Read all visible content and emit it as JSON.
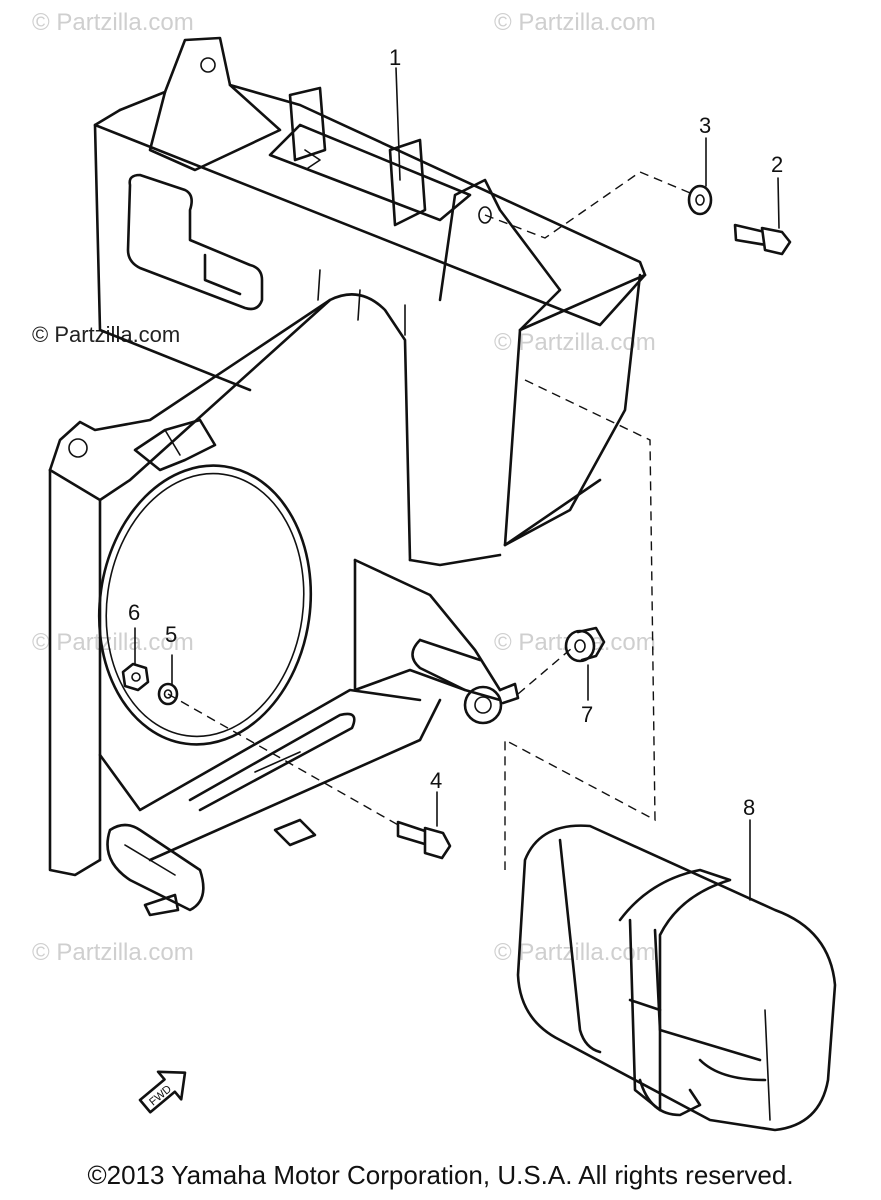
{
  "watermark": "© Partzilla.com",
  "callouts": [
    "1",
    "2",
    "3",
    "4",
    "5",
    "6",
    "7",
    "8"
  ],
  "fwd_label": "FWD",
  "copyright": "©2013 Yamaha Motor Corporation, U.S.A. All rights reserved."
}
